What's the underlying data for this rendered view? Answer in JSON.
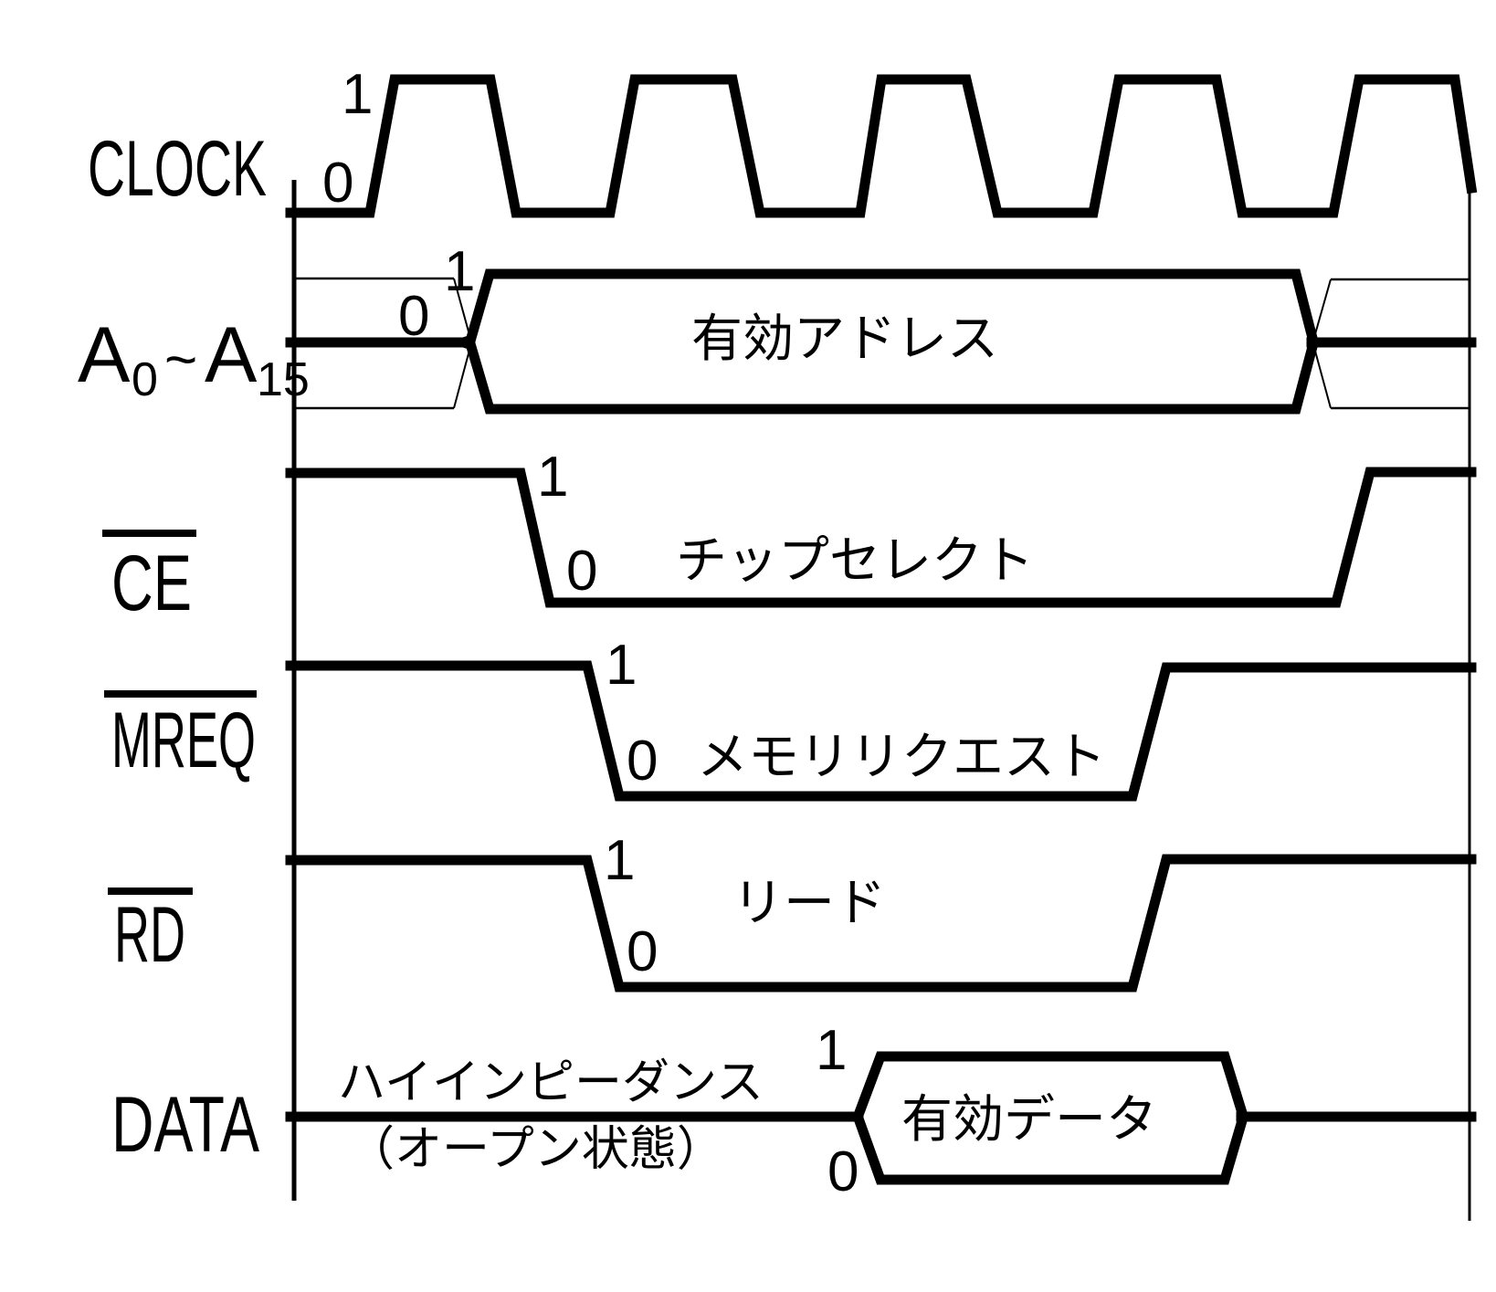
{
  "colors": {
    "stroke": "#000000",
    "background": "#ffffff"
  },
  "signals": {
    "clock": {
      "name": "CLOCK",
      "level_high": "1",
      "level_low": "0",
      "shape": "five trapezoidal pulses starting low at the axis; final falling edge clipped by the right border"
    },
    "address": {
      "name_main1": "A",
      "name_sub1": "0",
      "name_tilde": "~",
      "name_main2": "A",
      "name_sub2": "15",
      "level_high": "1",
      "level_low": "0",
      "valid_label": "有効アドレス",
      "shape": "idle mid line with thin high/low rails, opens into a valid-address hexagon for most of the cycle, then closes back"
    },
    "ce": {
      "name": "CE",
      "overline": true,
      "level_high": "1",
      "level_low": "0",
      "annotation": "チップセレクト",
      "shape": "high, falls low shortly after address becomes valid, stays low, rises near end of cycle"
    },
    "mreq": {
      "name": "MREQ",
      "overline": true,
      "level_high": "1",
      "level_low": "0",
      "annotation": "メモリリクエスト",
      "shape": "high, falls low after CE, stays low, rises before CE"
    },
    "rd": {
      "name": "RD",
      "overline": true,
      "level_high": "1",
      "level_low": "0",
      "annotation": "リード",
      "shape": "high, falls low together with MREQ, stays low, rises together with MREQ"
    },
    "data": {
      "name": "DATA",
      "level_high": "1",
      "level_low": "0",
      "annotation_line1": "ハイインピーダンス",
      "annotation_line2": "（オープン状態）",
      "valid_label": "有効データ",
      "shape": "high-impedance mid line, short valid-data hexagon late in the cycle, back to mid line"
    }
  }
}
